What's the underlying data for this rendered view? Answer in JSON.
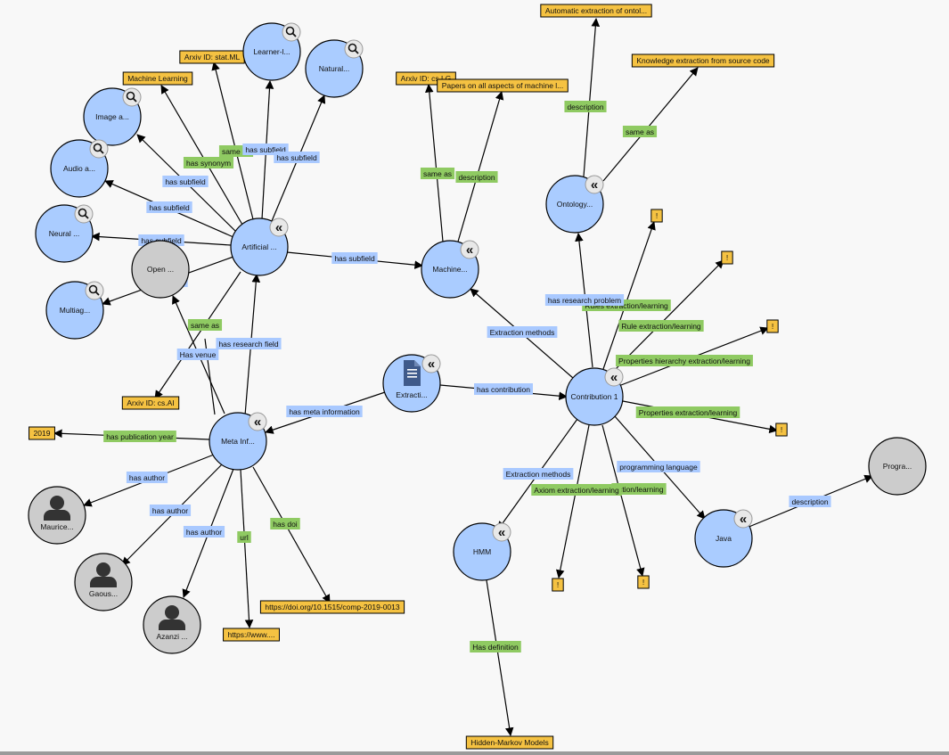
{
  "colors": {
    "resource": "#aaccff",
    "resource_grey": "#cccccc",
    "literal": "#f5c242",
    "label_blue": "#a9c9ff",
    "label_green": "#8fca62",
    "edge": "#000000"
  },
  "nodes": {
    "ai": "Artificial ...",
    "ml": "Machine...",
    "ontology": "Ontology...",
    "contribution": "Contribution 1",
    "extraction": "Extracti...",
    "meta": "Meta Inf...",
    "open": "Open ...",
    "learner": "Learner-l...",
    "natural": "Natural...",
    "image": "Image a...",
    "audio": "Audio a...",
    "neural": "Neural ...",
    "multiag": "Multiag...",
    "hmm": "HMM",
    "java": "Java",
    "progra": "Progra...",
    "maurice": "Maurice...",
    "gaous": "Gaous...",
    "azanzi": "Azanzi ..."
  },
  "literals": {
    "auto_ontology": "Automatic extraction of ontol...",
    "knowledge_extraction": "Knowledge extraction from source code",
    "arxiv_stat": "Arxiv ID: stat.ML",
    "machine_learning": "Machine Learning",
    "arxiv_cslg": "Arxiv ID: cs.LG",
    "papers_ml": "Papers on all aspects of machine l...",
    "arxiv_csai": "Arxiv ID: cs.AI",
    "year": "2019",
    "doi": "https://doi.org/10.1515/comp-2019-0013",
    "url_www": "https://www....",
    "hmm_def": "Hidden-Markov Models",
    "ex1": "!",
    "ex2": "!",
    "ex3": "!",
    "ex4": "!",
    "ex5": "!",
    "ex6": "!"
  },
  "edge_labels": {
    "description_ont": "description",
    "same_as_ont": "same as",
    "same_as_ml": "same as",
    "description_ml": "description",
    "same_as_ai": "same as",
    "has_synonym": "has synonym",
    "has_subfield_learner": "has subfield",
    "has_subfield_natural": "has subfield",
    "has_subfield_image": "has subfield",
    "has_subfield_audio": "has subfield",
    "has_subfield_neural": "has subfield",
    "has_subfield_multiag": "has subfield",
    "has_subfield_ml": "has subfield",
    "same_as_csai": "same as",
    "has_research_field": "has research field",
    "has_venue": "Has venue",
    "has_meta_information": "has meta information",
    "has_contribution": "has contribution",
    "extraction_methods_ml": "Extraction methods",
    "has_research_problem": "has research problem",
    "rules_extraction": "Rules extraction/learning",
    "rule_extraction": "Rule extraction/learning",
    "properties_hierarchy": "Properties hierarchy extraction/learning",
    "properties_extraction": "Properties extraction/learning",
    "programming_language": "programming language",
    "extraction_methods_hmm": "Extraction methods",
    "axiom_extraction": "Axiom extraction/learning",
    "action_learning": "action/learning",
    "has_definition": "Has definition",
    "description_progra": "description",
    "has_publication_year": "has publication year",
    "has_author_maurice": "has author",
    "has_author_gaous": "has author",
    "has_author_azanzi": "has author",
    "url": "url",
    "has_doi": "has doi"
  }
}
